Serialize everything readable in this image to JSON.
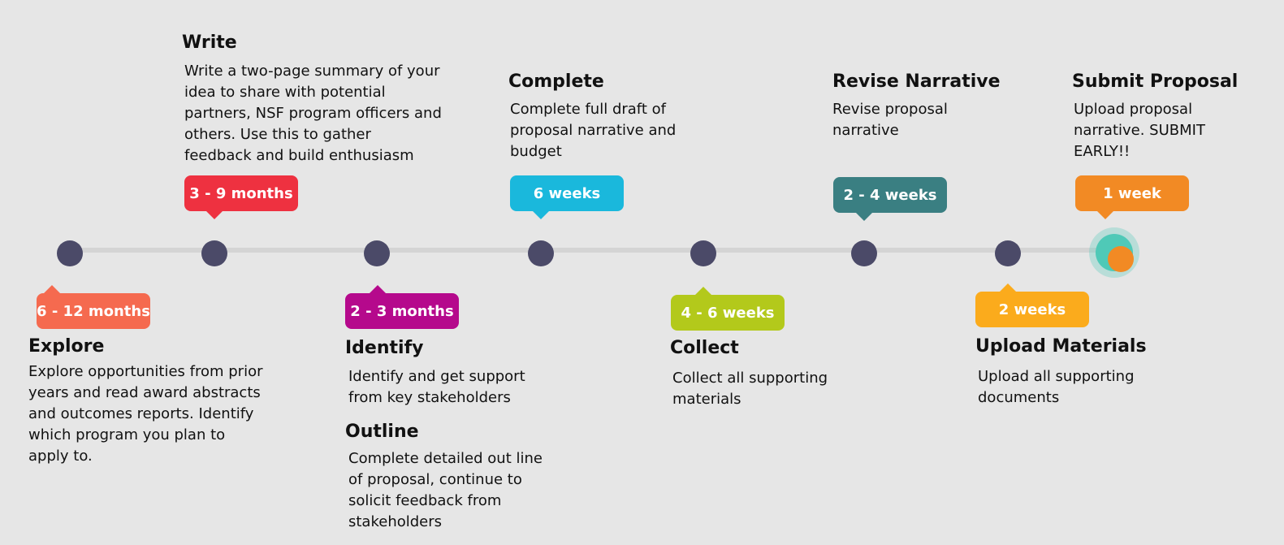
{
  "steps": [
    {
      "title": "Explore",
      "description": "Explore opportunities from prior years and read award abstracts and outcomes reports. Identify which program you plan to apply to.",
      "duration": "6 - 12 months",
      "color": "#f56a4f"
    },
    {
      "title": "Write",
      "description": "Write a two-page summary of your idea to share with potential partners, NSF program officers and others. Use this to gather feedback and build enthusiasm",
      "duration": "3 - 9 months",
      "color": "#ee3140"
    },
    {
      "title": "Identify",
      "description": "Identify and get support from key stakeholders",
      "duration": "2 - 3 months",
      "color": "#b5098c"
    },
    {
      "title": "Outline",
      "description": "Complete detailed out line of proposal, continue to solicit feedback from stakeholders"
    },
    {
      "title": "Complete",
      "description": "Complete full draft of proposal narrative and budget",
      "duration": "6 weeks",
      "color": "#1ab8dc"
    },
    {
      "title": "Collect",
      "description": "Collect all supporting materials",
      "duration": "4 - 6 weeks",
      "color": "#b3c91b"
    },
    {
      "title": "Revise Narrative",
      "description": "Revise proposal narrative",
      "duration": "2 - 4 weeks",
      "color": "#3a7f82"
    },
    {
      "title": "Upload Materials",
      "description": "Upload all supporting documents",
      "duration": "2 weeks",
      "color": "#fbab1c"
    },
    {
      "title": "Submit Proposal",
      "description": "Upload proposal narrative. SUBMIT EARLY!!",
      "duration": "1 week",
      "color": "#f28a24"
    }
  ],
  "colors": {
    "background": "#e6e6e6",
    "dot": "#4b4a68",
    "line": "#d4d4d4",
    "final_ring": "#4fc9b7"
  }
}
